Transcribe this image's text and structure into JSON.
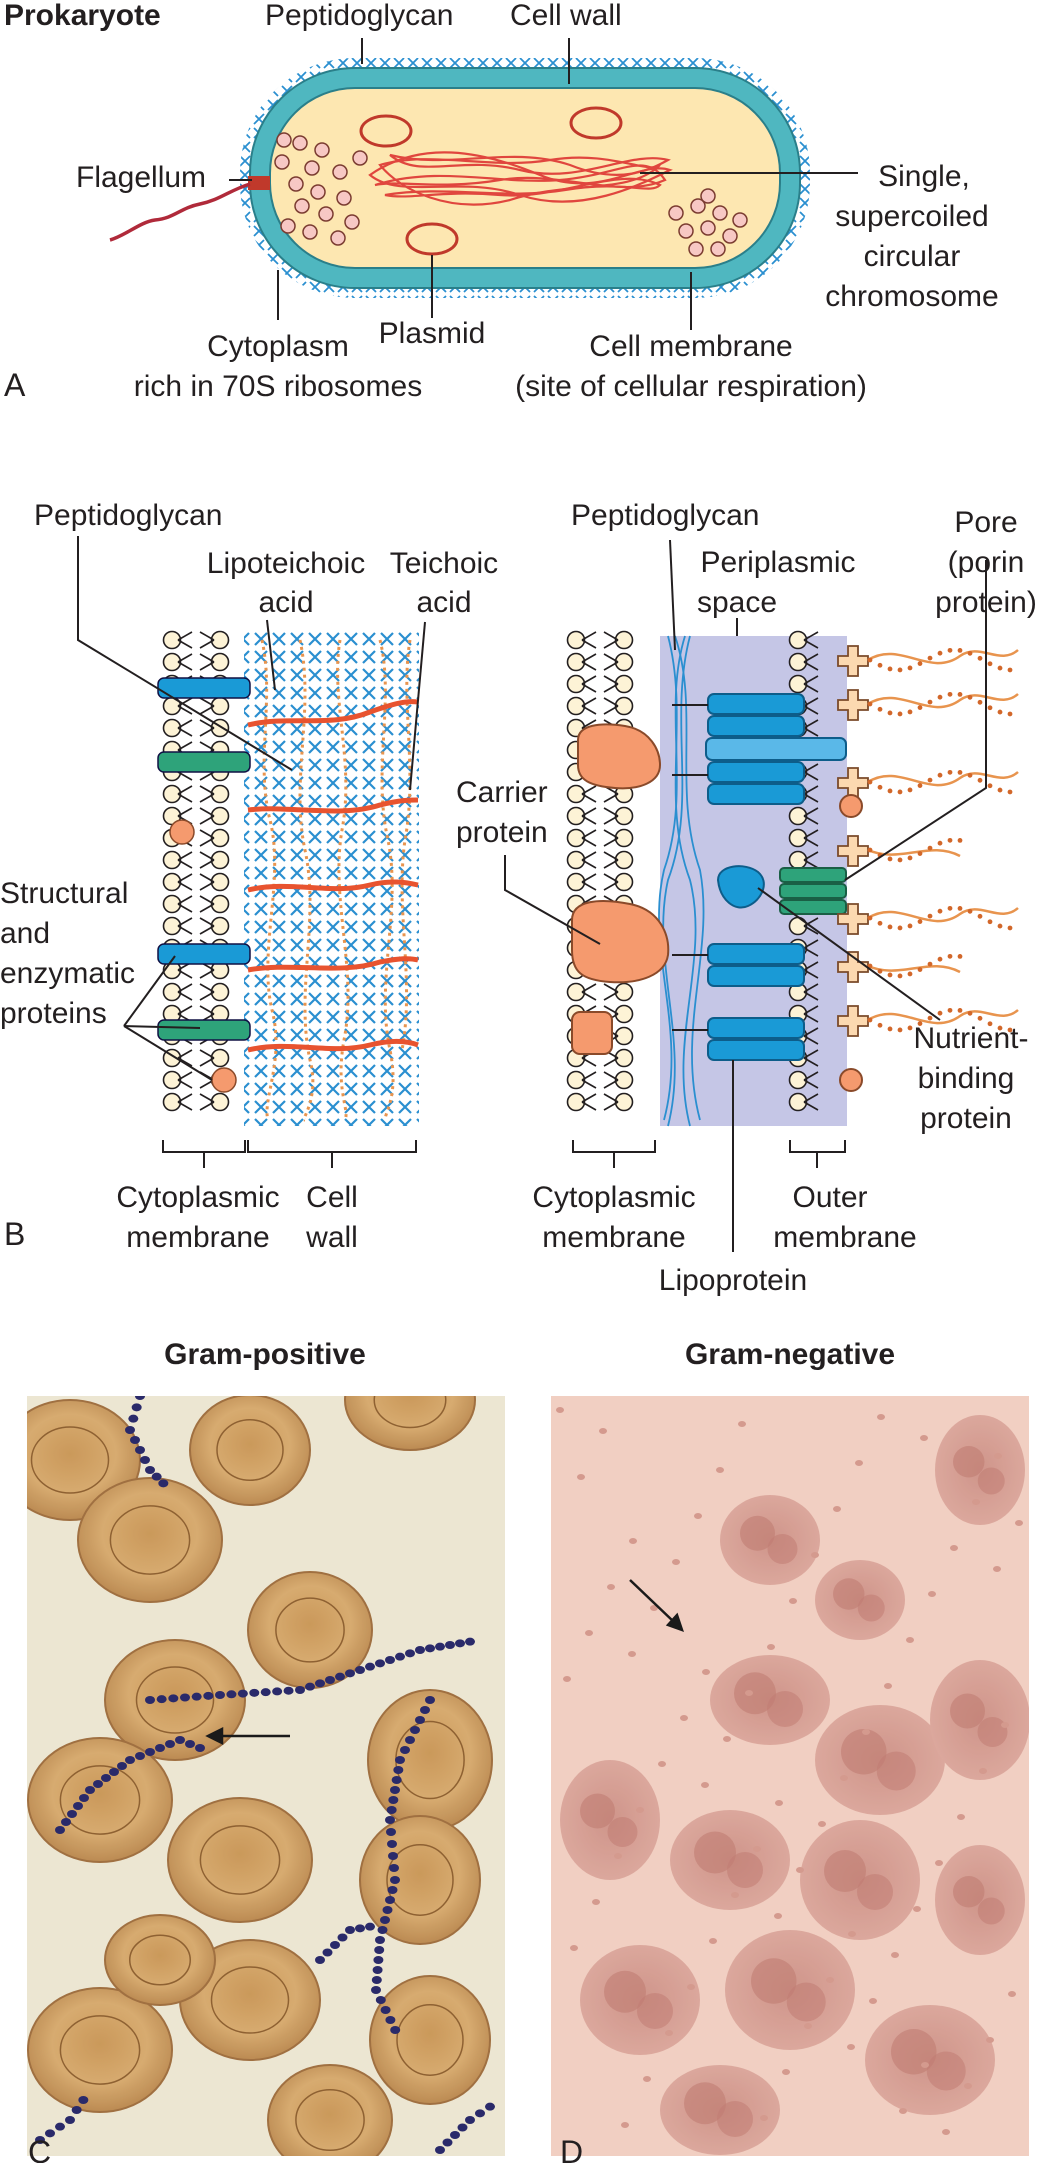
{
  "panel_a": {
    "title": "Prokaryote",
    "letter": "A",
    "labels": {
      "peptidoglycan": "Peptidoglycan",
      "cell_wall": "Cell wall",
      "flagellum": "Flagellum",
      "chromosome": [
        "Single,",
        "supercoiled",
        "circular",
        "chromosome"
      ],
      "cytoplasm": [
        "Cytoplasm",
        "rich in 70S ribosomes"
      ],
      "plasmid": "Plasmid",
      "cell_membrane": [
        "Cell membrane",
        "(site of cellular respiration)"
      ]
    }
  },
  "panel_b": {
    "letter": "B",
    "gram_positive": {
      "peptidoglycan": "Peptidoglycan",
      "lipoteichoic": [
        "Lipoteichoic",
        "acid"
      ],
      "teichoic": [
        "Teichoic",
        "acid"
      ],
      "proteins": [
        "Structural",
        "and",
        "enzymatic",
        "proteins"
      ],
      "cytoplasmic_membrane": [
        "Cytoplasmic",
        "membrane"
      ],
      "cell_wall": [
        "Cell",
        "wall"
      ]
    },
    "gram_negative": {
      "peptidoglycan": "Peptidoglycan",
      "periplasmic": [
        "Periplasmic",
        "space"
      ],
      "pore": [
        "Pore",
        "(porin",
        "protein)"
      ],
      "carrier": [
        "Carrier",
        "protein"
      ],
      "nutrient": [
        "Nutrient-",
        "binding",
        "protein"
      ],
      "cytoplasmic_membrane": [
        "Cytoplasmic",
        "membrane"
      ],
      "outer_membrane": [
        "Outer",
        "membrane"
      ],
      "lipoprotein": "Lipoprotein"
    }
  },
  "panel_c": {
    "title": "Gram-positive",
    "letter": "C"
  },
  "panel_d": {
    "title": "Gram-negative",
    "letter": "D"
  },
  "colors": {
    "wall_teal": "#4fb7c0",
    "cytoplasm": "#fde7b1",
    "dna": "#e0463e",
    "peptidoglycan_x": "#2a8fd0",
    "membrane_protein_blue": "#1a9ad6",
    "membrane_protein_green": "#2ea37a",
    "carrier_orange": "#f59a6e",
    "teichoic_red": "#e8532f",
    "periplasm_lavender": "#c5c6e6",
    "gram_pos_bg": "#ece6d2",
    "gram_neg_bg": "#f1cfc2"
  }
}
